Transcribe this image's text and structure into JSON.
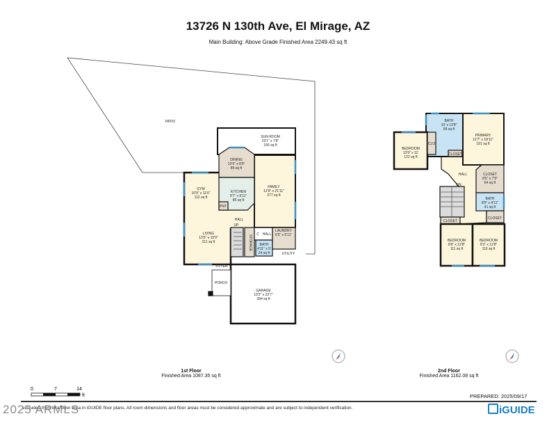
{
  "title": "13726 N 130th Ave, El Mirage, AZ",
  "subtitle": "Main Building: Above Grade Finished Area 2249.43 sq ft",
  "colors": {
    "finished": "#fdf6dc",
    "wet": "#c8e4f4",
    "storage": "#e6ddcf",
    "kitchen": "#e4efea",
    "stairs": "#dcdcdc",
    "window": "#3d8fc1",
    "wall": "#111111"
  },
  "first_floor": {
    "name": "1st Floor",
    "area": "Finished Area 1087.35 sq ft",
    "rooms": [
      {
        "name": "PATIO"
      },
      {
        "name": "SUN ROOM",
        "dims": "23'1\" x 7'8\"",
        "area": "156 sq ft"
      },
      {
        "name": "DINING",
        "dims": "10'9\" x 8'9\"",
        "area": "85 sq ft"
      },
      {
        "name": "KITCHEN",
        "dims": "9'7\" x 9'11\"",
        "area": "85 sq ft"
      },
      {
        "name": "FAMILY",
        "dims": "12'9\" x 21'11\"",
        "area": "277 sq ft"
      },
      {
        "name": "GYM",
        "dims": "10'9\" x 11'6\"",
        "area": "112 sq ft"
      },
      {
        "name": "LIVING",
        "dims": "13'5\" x 15'9\"",
        "area": "211 sq ft"
      },
      {
        "name": "HALL"
      },
      {
        "name": "UP"
      },
      {
        "name": "PNT"
      },
      {
        "name": "STORAGE"
      },
      {
        "name": "C"
      },
      {
        "name": "HALL"
      },
      {
        "name": "BATH",
        "dims": "4'11\" x 5'",
        "area": "24 sq ft"
      },
      {
        "name": "LAUNDRY",
        "dims": "6'5\" x 5'11\""
      },
      {
        "name": "UTILITY"
      },
      {
        "name": "FOYER"
      },
      {
        "name": "PORCH"
      },
      {
        "name": "GARAGE",
        "dims": "19'2\" x 22'7\"",
        "area": "394 sq ft"
      }
    ]
  },
  "second_floor": {
    "name": "2nd Floor",
    "area": "Finished Area 1162.08 sq ft",
    "rooms": [
      {
        "name": "BATH",
        "dims": "10' x 12'8\"",
        "area": "99 sq ft"
      },
      {
        "name": "PRIMARY",
        "dims": "12'7\" x 18'11\"",
        "area": "191 sq ft"
      },
      {
        "name": "BEDROOM",
        "dims": "13'9\" x 11'",
        "area": "122 sq ft"
      },
      {
        "name": "CLO"
      },
      {
        "name": "CLOSET"
      },
      {
        "name": "HALL"
      },
      {
        "name": "CLOSET",
        "dims": "8'6\" x 7'9\"",
        "area": "64 sq ft"
      },
      {
        "name": "DN"
      },
      {
        "name": "BATH",
        "dims": "8'5\" x 4'11\"",
        "area": "41 sq ft"
      },
      {
        "name": "CLOSET"
      },
      {
        "name": "CLOSET"
      },
      {
        "name": "BEDROOM",
        "dims": "9'8\" x 12'8\"",
        "area": "111 sq ft"
      },
      {
        "name": "BEDROOM",
        "dims": "9'3\" x 12'8\"",
        "area": "110 sq ft"
      }
    ]
  },
  "scale": {
    "ticks": [
      "0",
      "7",
      "14"
    ],
    "unit": "ft"
  },
  "prepared": "PREPARED: 2025/09/17",
  "disclaimer": "excluded from total floor area in iGUIDE floor plans. All room dimensions and floor areas must be considered approximate and are subject to independent verification.",
  "watermark": "2025 ARMLS",
  "logo": "iGUIDE",
  "icons": {
    "compass": "compass-icon",
    "logo": "iguide-logo"
  }
}
